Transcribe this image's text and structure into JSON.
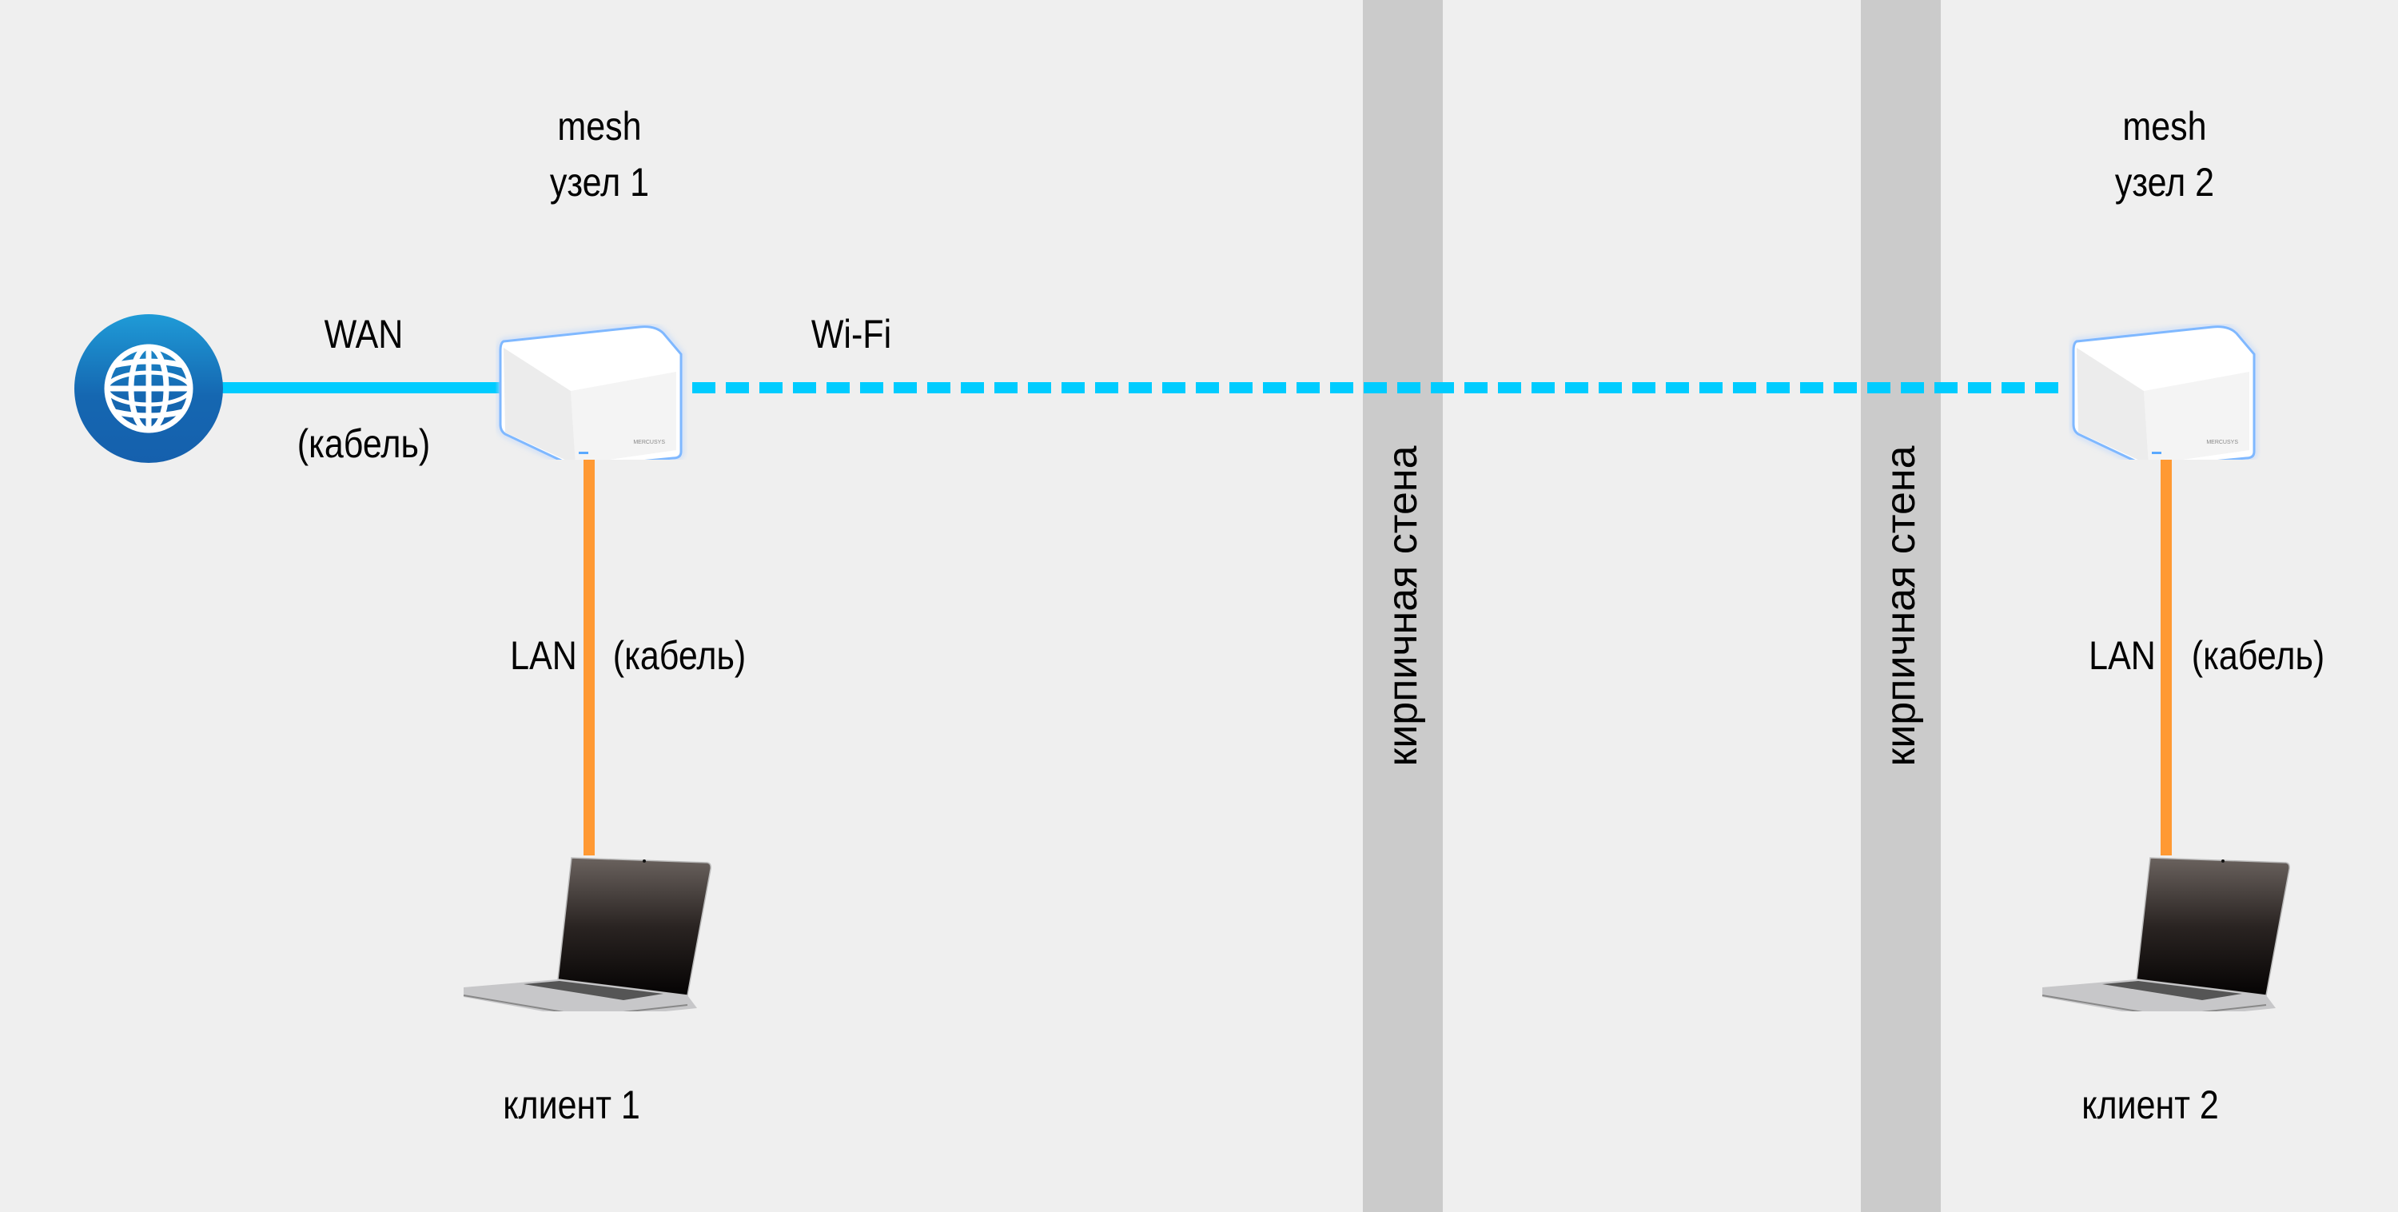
{
  "diagram": {
    "colors": {
      "background": "#efefef",
      "wall": "#cbcbcb",
      "wan_cable": "#00ccff",
      "wifi_link": "#00ccff",
      "lan_cable": "#ff9933",
      "internet_icon": "#1567b1"
    },
    "internet": {
      "icon": "globe-icon"
    },
    "links": {
      "wan": {
        "label": "WAN",
        "medium": "(кабель)"
      },
      "wifi": {
        "label": "Wi-Fi"
      },
      "lan1": {
        "label": "LAN",
        "medium": "(кабель)"
      },
      "lan2": {
        "label": "LAN",
        "medium": "(кабель)"
      }
    },
    "nodes": [
      {
        "line1": "mesh",
        "line2": "узел 1",
        "brand": "MERCUSYS"
      },
      {
        "line1": "mesh",
        "line2": "узел 2",
        "brand": "MERCUSYS"
      }
    ],
    "clients": [
      {
        "label": "клиент 1"
      },
      {
        "label": "клиент 2"
      }
    ],
    "walls": [
      {
        "label": "кирпичная стена"
      },
      {
        "label": "кирпичная стена"
      }
    ]
  }
}
